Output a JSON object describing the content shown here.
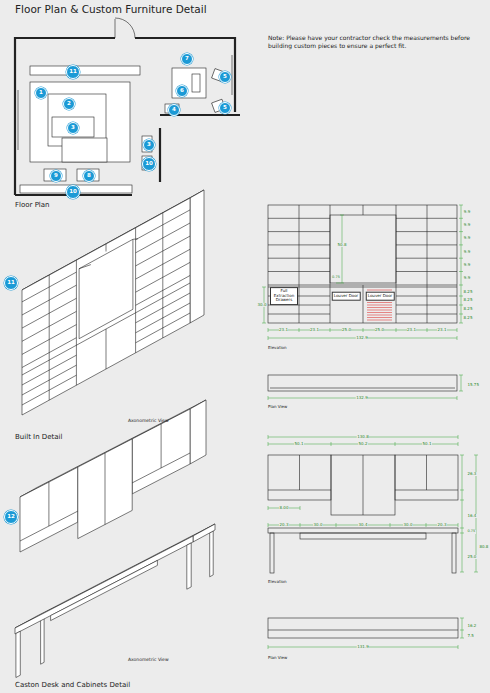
{
  "diagram": {
    "title": "Floor Plan & Custom Furniture Detail",
    "nodes": [
      {
        "text": [
          "7"
        ]
      },
      {
        "text": [
          "11"
        ]
      },
      {
        "text": [
          "5"
        ]
      },
      {
        "text": [
          "1"
        ]
      },
      {
        "text": [
          "6"
        ]
      },
      {
        "text": [
          "2"
        ]
      },
      {
        "text": [
          "4"
        ]
      },
      {
        "text": [
          "5"
        ]
      },
      {
        "text": [
          "3"
        ]
      },
      {
        "text": [
          "3"
        ]
      },
      {
        "text": [
          "10"
        ]
      },
      {
        "text": [
          "9"
        ]
      },
      {
        "text": [
          "8"
        ]
      },
      {
        "text": [
          "10"
        ]
      },
      {
        "text": [
          "11"
        ]
      },
      {
        "text": [
          "12"
        ]
      }
    ],
    "labels": [
      "Note: Please have your contractor check the measurements before building custom pieces to ensure a perfect fit.",
      "Floor Plan",
      "Axonometric View",
      "Built In Detail",
      "Full Extraction Drawers",
      "Louver Door",
      "Louver Door",
      "50.8",
      "0.75",
      "30.0",
      "9.9",
      "9.9",
      "9.9",
      "9.9",
      "9.9",
      "9.9",
      "8.25",
      "8.25",
      "8.25",
      "8.25",
      "23.1",
      "23.1",
      "25.0",
      "25.0",
      "23.1",
      "23.1",
      "132.9",
      "Elevation",
      "132.9",
      "15.75",
      "Plan View",
      "130.8",
      "50.1",
      "50.2",
      "50.1",
      "8.00",
      "26.3",
      "16.4",
      "80.8",
      "0.75",
      "25.0",
      "20.3",
      "30.0",
      "30.4",
      "30.0",
      "20.3",
      "Elevation",
      "16.2",
      "7.5",
      "131.9",
      "Plan View",
      "Axonometric View",
      "Caston Desk and Cabinets Detail"
    ]
  }
}
